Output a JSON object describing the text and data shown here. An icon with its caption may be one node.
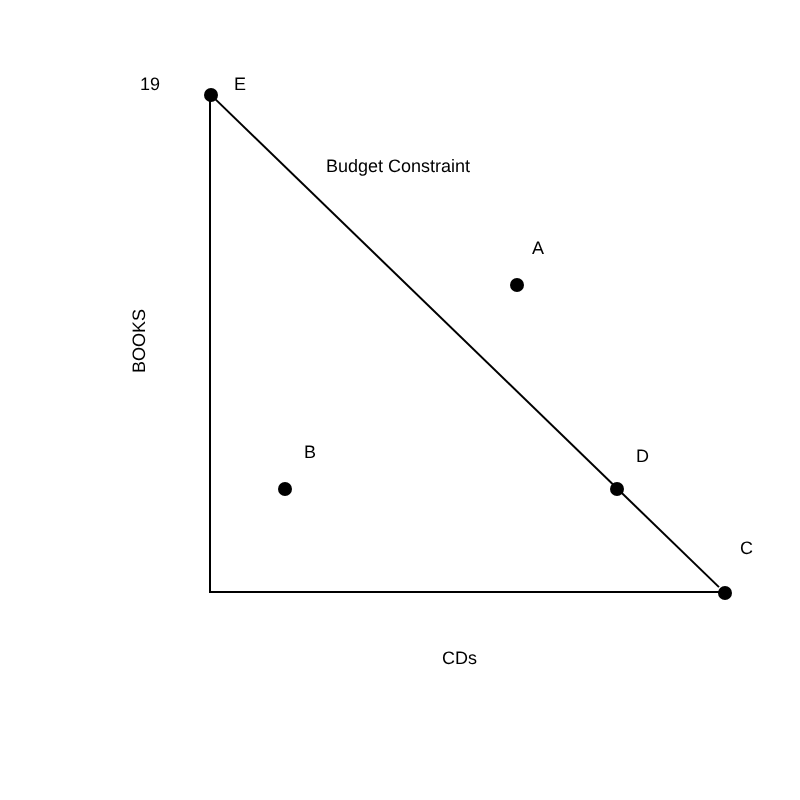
{
  "diagram": {
    "nodes": [
      {
        "text": [],
        "shape": "circle",
        "beside": [
          "E"
        ]
      },
      {
        "text": [],
        "shape": "circle",
        "beside": [
          "A"
        ]
      },
      {
        "text": [],
        "shape": "circle",
        "beside": [
          "B"
        ]
      },
      {
        "text": [],
        "shape": "circle",
        "beside": [
          "D"
        ]
      },
      {
        "text": [],
        "shape": "circle",
        "beside": [
          "C"
        ]
      }
    ],
    "edges": [
      {
        "from": 0,
        "to": 4,
        "arrow": "none",
        "label": "Budget Constraint"
      }
    ],
    "labels": [
      "19",
      "BOOKS",
      "CDs"
    ]
  }
}
